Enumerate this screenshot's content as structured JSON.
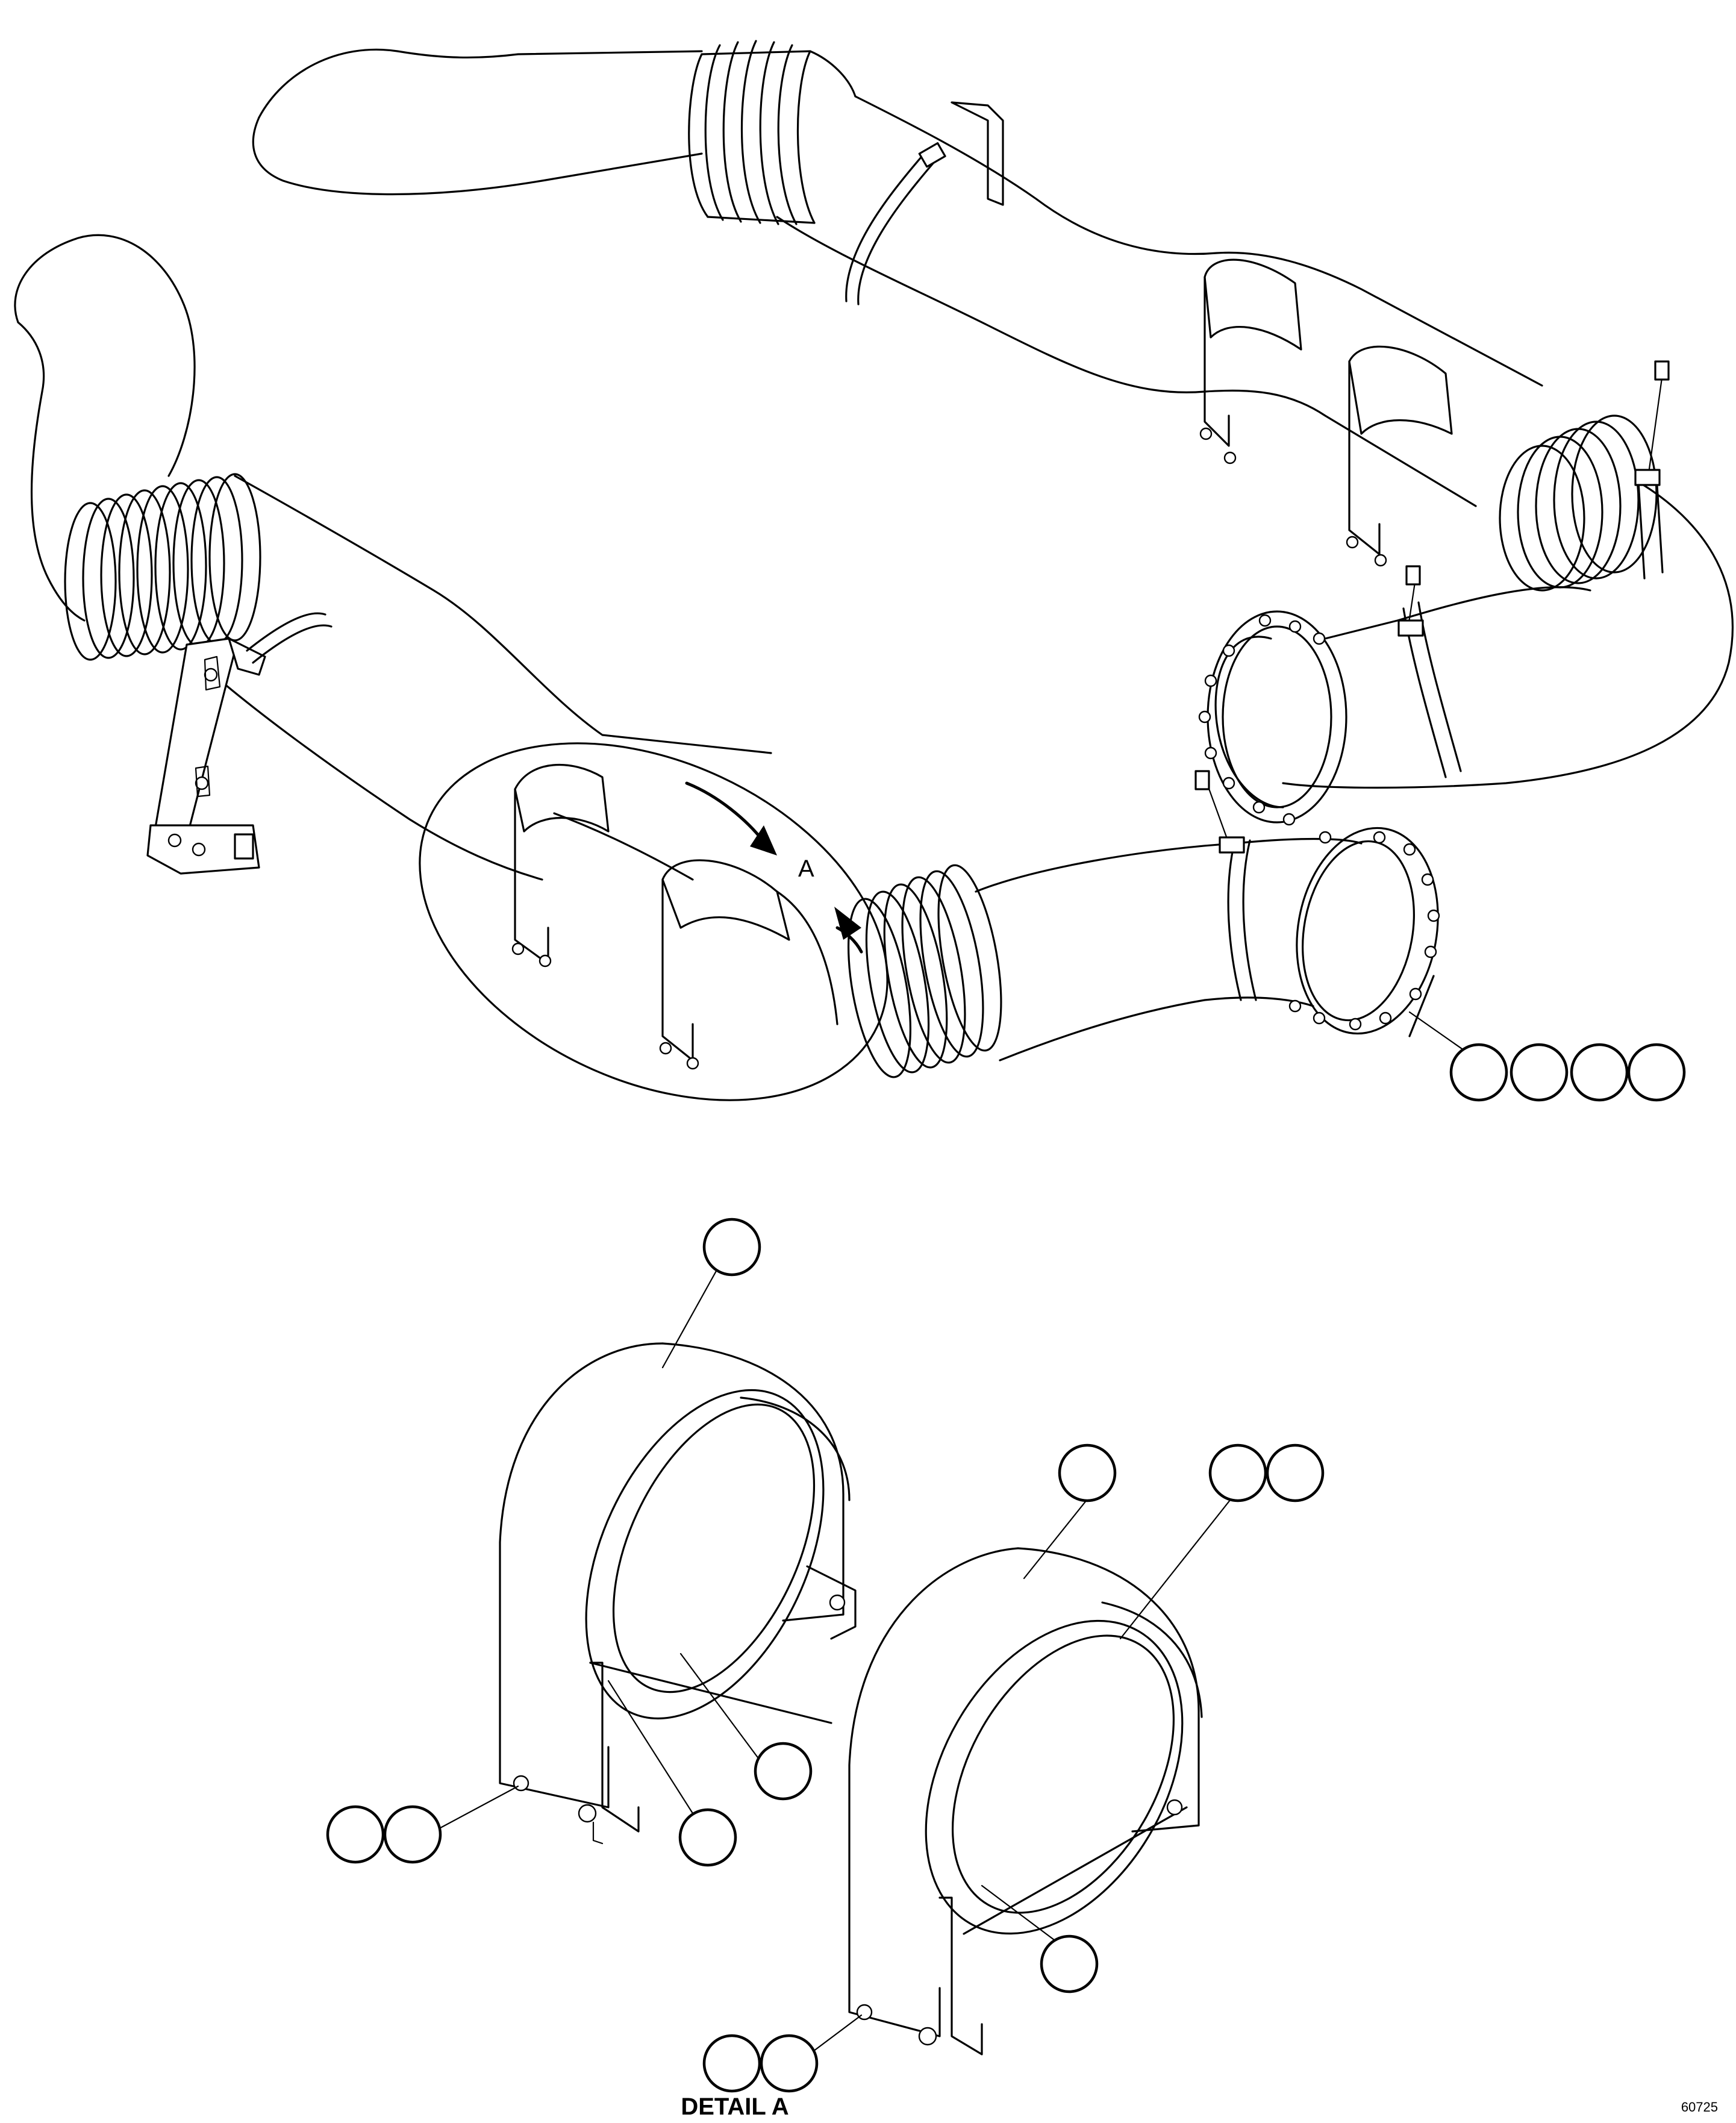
{
  "detail_marker": "A",
  "detail_caption": "DETAIL A",
  "figure_number": "60725",
  "colors": {
    "line": "#000000",
    "background": "#ffffff"
  }
}
